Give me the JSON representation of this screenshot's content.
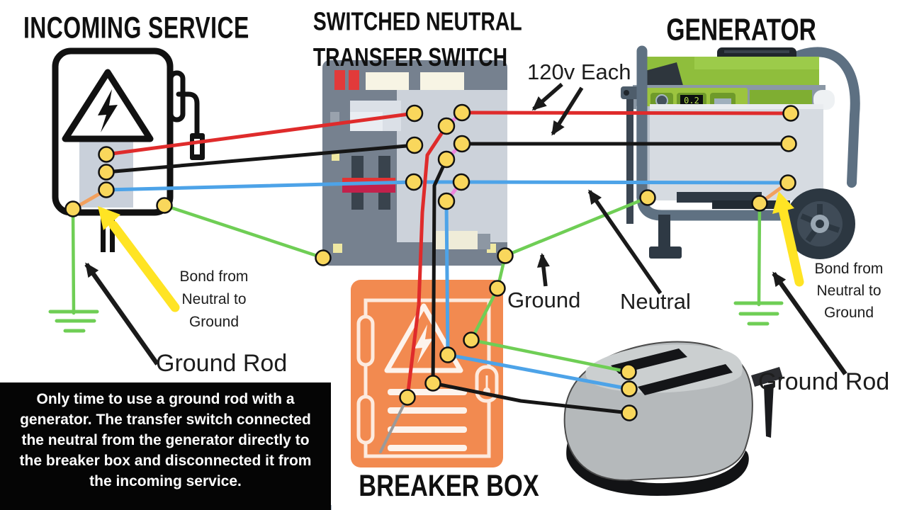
{
  "diagram": {
    "incoming_service": {
      "title": "INCOMING SERVICE"
    },
    "transfer_switch": {
      "title_line1": "SWITCHED NEUTRAL",
      "title_line2": "TRANSFER SWITCH"
    },
    "generator": {
      "title": "GENERATOR",
      "display_value": "0.2"
    },
    "breaker_box": {
      "title": "BREAKER BOX"
    },
    "labels": {
      "voltage": "120v Each",
      "ground": "Ground",
      "neutral": "Neutral",
      "ground_rod_left": "Ground Rod",
      "ground_rod_right": "Ground Rod",
      "bond_left": "Bond from Neutral to Ground",
      "bond_right": "Bond from Neutral to Ground"
    },
    "caption": "Only time to use a ground rod with a generator.  The transfer switch connected the neutral from the generator directly to the breaker box and disconnected it from the incoming service.",
    "wire_colors": {
      "hot_red": "#df2b2b",
      "hot_black": "#161616",
      "neutral_blue": "#4da3e8",
      "ground_green": "#6fce55",
      "bond_orange": "#f2a05e",
      "link_pink": "#ee85dd",
      "stub_gray": "#9a9a9a",
      "terminal_yellow": "#f9d75c",
      "arrow_yellow": "#ffe424"
    }
  }
}
